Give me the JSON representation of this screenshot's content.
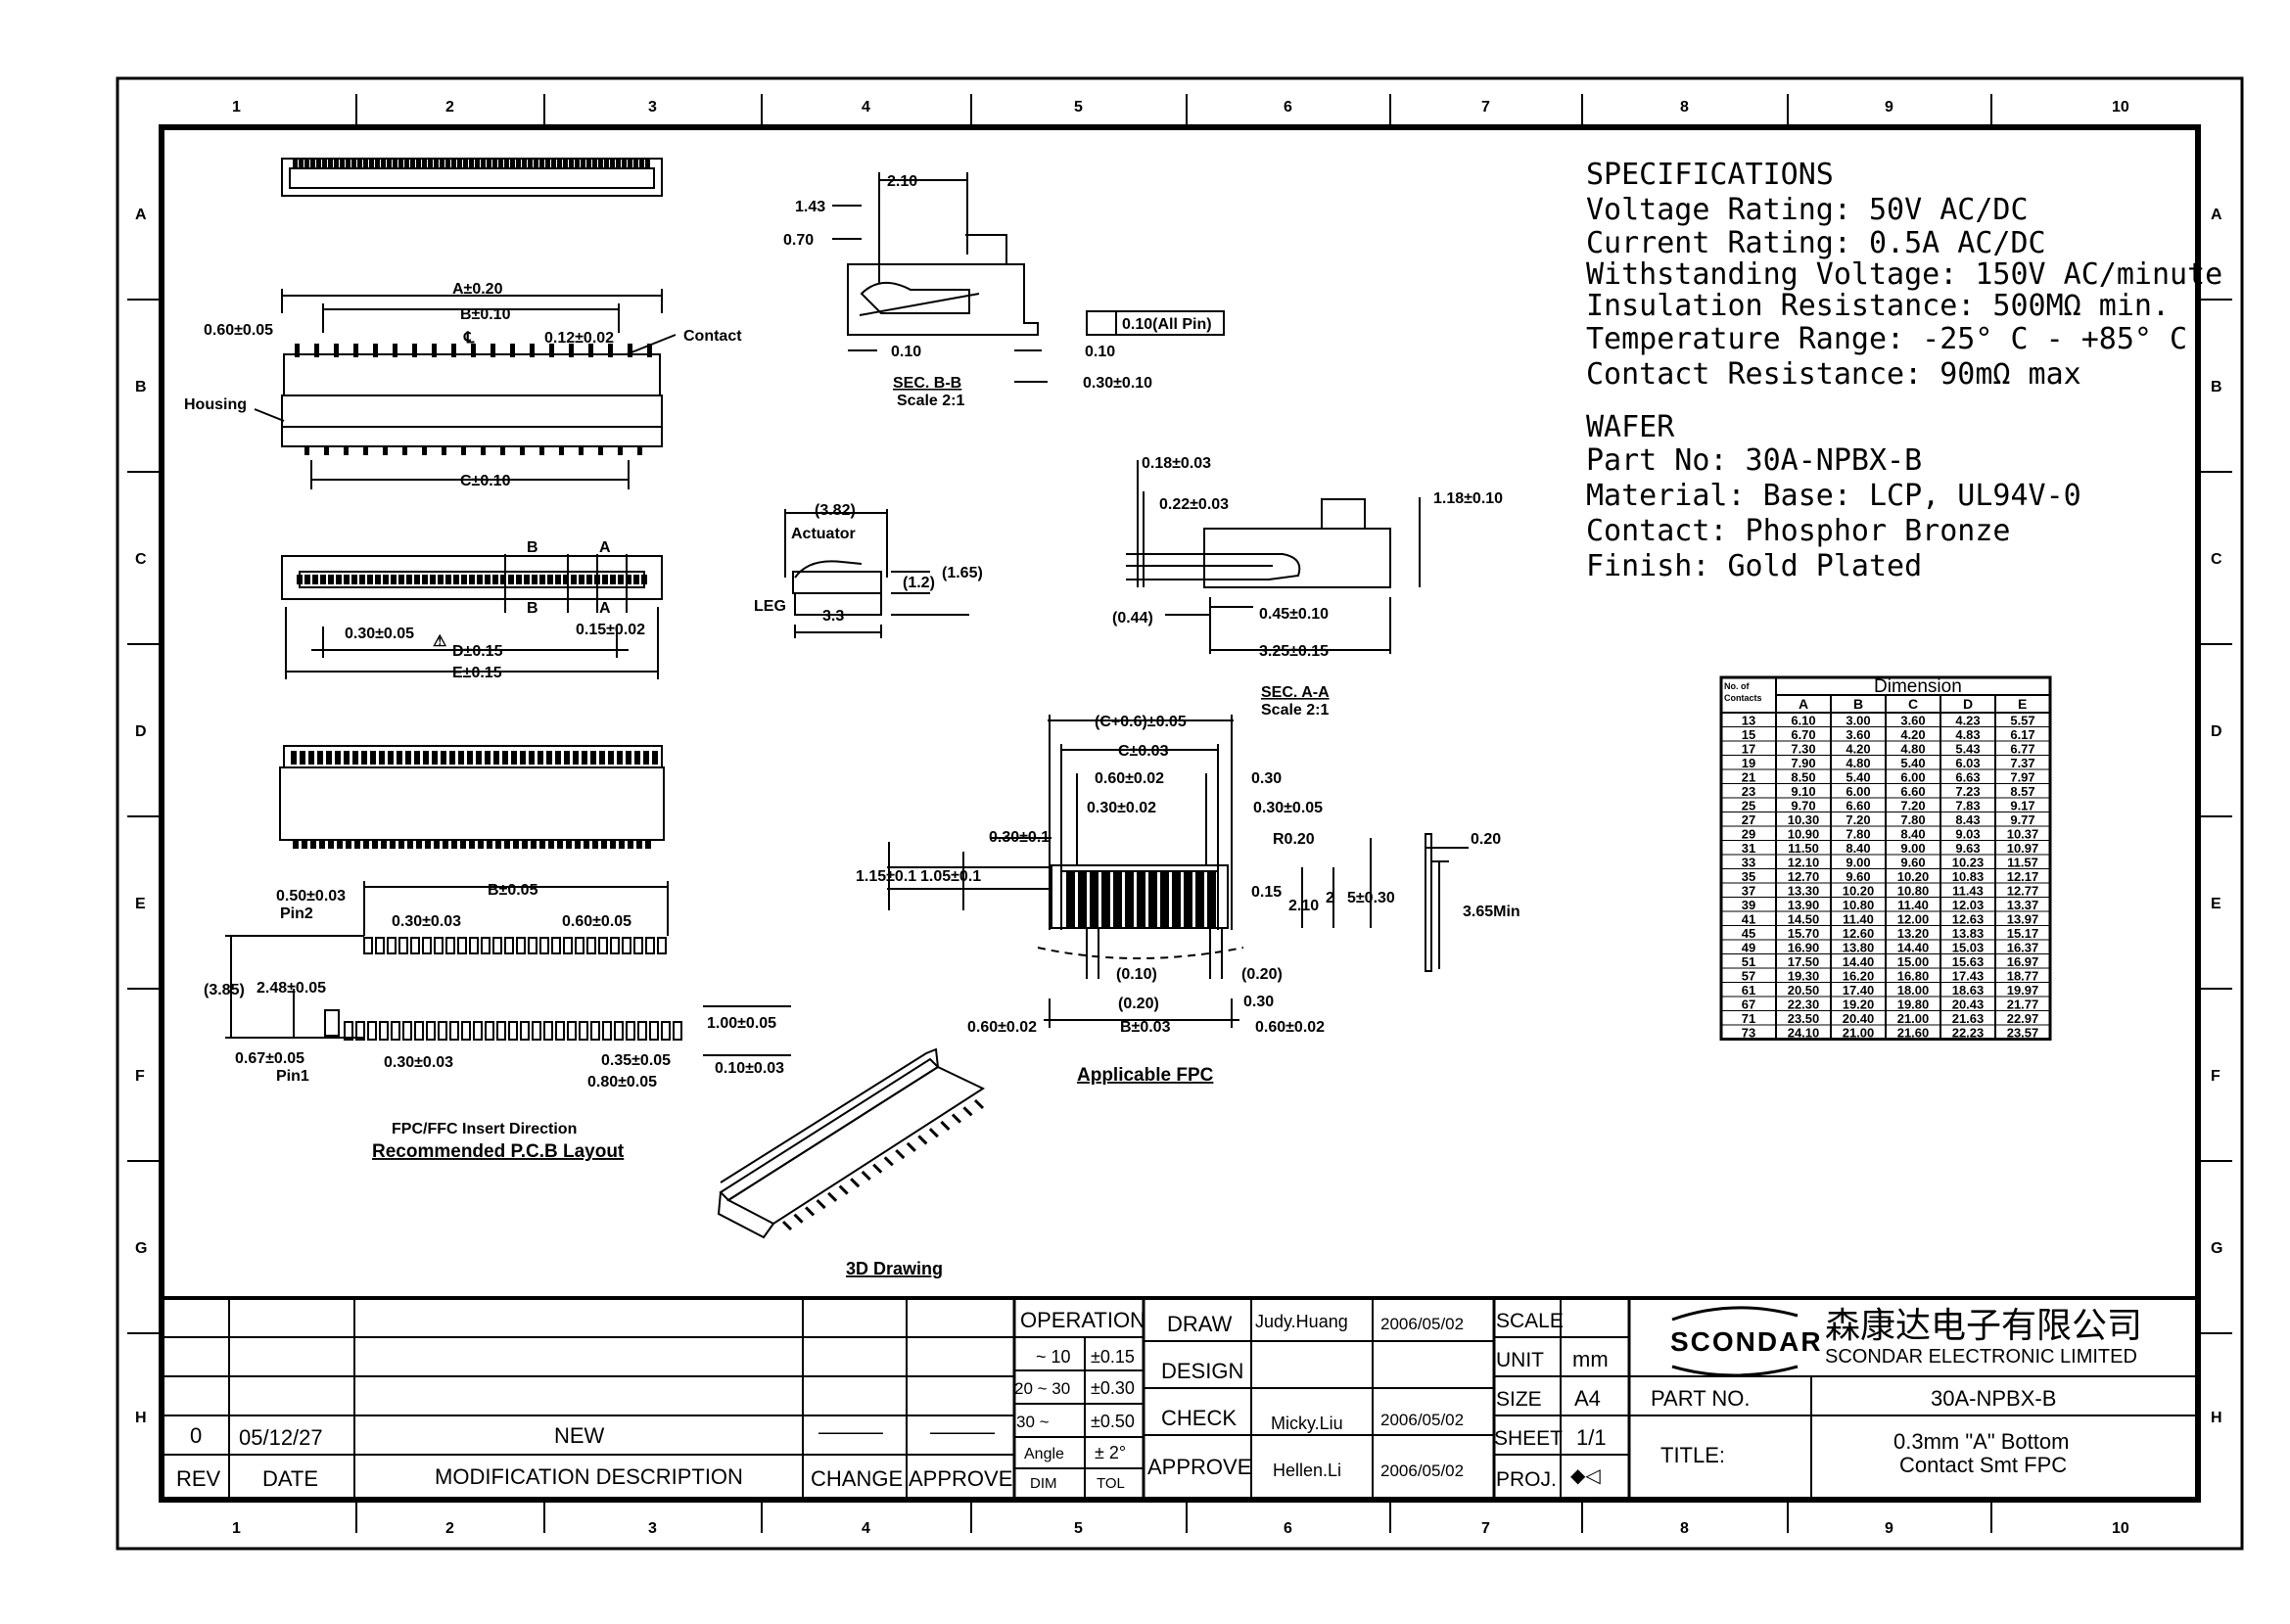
{
  "grid": {
    "columns": [
      "1",
      "2",
      "3",
      "4",
      "5",
      "6",
      "7",
      "8",
      "9",
      "10"
    ],
    "rows": [
      "A",
      "B",
      "C",
      "D",
      "E",
      "F",
      "G",
      "H"
    ]
  },
  "specs": {
    "title": "SPECIFICATIONS",
    "lines": [
      "Voltage Rating: 50V AC/DC",
      "Current Rating: 0.5A AC/DC",
      "Withstanding Voltage: 150V AC/minute",
      "Insulation Resistance: 500MΩ min.",
      "Temperature Range: -25° C - +85° C",
      "Contact Resistance: 90mΩ max"
    ],
    "wafer_title": "WAFER",
    "wafer_lines": [
      "Part No: 30A-NPBX-B",
      "Material:  Base: LCP,  UL94V-0",
      "Contact: Phosphor Bronze",
      "Finish: Gold Plated"
    ]
  },
  "dimension_table": {
    "title": "Dimension",
    "contacts_header": "No. of Contacts",
    "columns": [
      "A",
      "B",
      "C",
      "D",
      "E"
    ],
    "rows": [
      [
        "13",
        "6.10",
        "3.00",
        "3.60",
        "4.23",
        "5.57"
      ],
      [
        "15",
        "6.70",
        "3.60",
        "4.20",
        "4.83",
        "6.17"
      ],
      [
        "17",
        "7.30",
        "4.20",
        "4.80",
        "5.43",
        "6.77"
      ],
      [
        "19",
        "7.90",
        "4.80",
        "5.40",
        "6.03",
        "7.37"
      ],
      [
        "21",
        "8.50",
        "5.40",
        "6.00",
        "6.63",
        "7.97"
      ],
      [
        "23",
        "9.10",
        "6.00",
        "6.60",
        "7.23",
        "8.57"
      ],
      [
        "25",
        "9.70",
        "6.60",
        "7.20",
        "7.83",
        "9.17"
      ],
      [
        "27",
        "10.30",
        "7.20",
        "7.80",
        "8.43",
        "9.77"
      ],
      [
        "29",
        "10.90",
        "7.80",
        "8.40",
        "9.03",
        "10.37"
      ],
      [
        "31",
        "11.50",
        "8.40",
        "9.00",
        "9.63",
        "10.97"
      ],
      [
        "33",
        "12.10",
        "9.00",
        "9.60",
        "10.23",
        "11.57"
      ],
      [
        "35",
        "12.70",
        "9.60",
        "10.20",
        "10.83",
        "12.17"
      ],
      [
        "37",
        "13.30",
        "10.20",
        "10.80",
        "11.43",
        "12.77"
      ],
      [
        "39",
        "13.90",
        "10.80",
        "11.40",
        "12.03",
        "13.37"
      ],
      [
        "41",
        "14.50",
        "11.40",
        "12.00",
        "12.63",
        "13.97"
      ],
      [
        "45",
        "15.70",
        "12.60",
        "13.20",
        "13.83",
        "15.17"
      ],
      [
        "49",
        "16.90",
        "13.80",
        "14.40",
        "15.03",
        "16.37"
      ],
      [
        "51",
        "17.50",
        "14.40",
        "15.00",
        "15.63",
        "16.97"
      ],
      [
        "57",
        "19.30",
        "16.20",
        "16.80",
        "17.43",
        "18.77"
      ],
      [
        "61",
        "20.50",
        "17.40",
        "18.00",
        "18.63",
        "19.97"
      ],
      [
        "67",
        "22.30",
        "19.20",
        "19.80",
        "20.43",
        "21.77"
      ],
      [
        "71",
        "23.50",
        "20.40",
        "21.00",
        "21.63",
        "22.97"
      ],
      [
        "73",
        "24.10",
        "21.00",
        "21.60",
        "22.23",
        "23.57"
      ]
    ]
  },
  "labels": {
    "top_left": {
      "a": "A±0.20",
      "b": "B±0.10",
      "c": "C±0.10",
      "pitch_left": "0.60±0.05",
      "pitch": "0.12±0.02",
      "contact": "Contact",
      "housing": "Housing",
      "cl": "℄"
    },
    "view_c": {
      "b1": "B",
      "a1": "A",
      "b2": "B",
      "a2": "A",
      "p1": "0.30±0.05",
      "p2": "0.15±0.02",
      "d": "D±0.15",
      "e": "E±0.15"
    },
    "sec_bb": {
      "w": "2.10",
      "h1": "1.43",
      "h2": "0.70",
      "b1": "0.10",
      "b2": "0.10",
      "b3": "0.30±0.10",
      "flat": "0.10(All Pin)",
      "title": "SEC. B-B",
      "scale": "Scale 2:1"
    },
    "actuator": {
      "w": "(3.82)",
      "name": "Actuator",
      "h1": "(1.2)",
      "h2": "(1.65)",
      "leg": "LEG",
      "len": "3.3"
    },
    "sec_aa": {
      "t1": "0.18±0.03",
      "t2": "0.22±0.03",
      "h": "1.18±0.10",
      "p": "0.45±0.10",
      "w": "3.25±0.15",
      "o": "(0.44)",
      "title": "SEC. A-A",
      "scale": "Scale 2:1"
    },
    "fpc": {
      "top": "(C+0.6)±0.05",
      "c": "C±0.03",
      "l1": "0.60±0.02",
      "l2": "0.30±0.02",
      "r1": "0.30",
      "r2": "0.30±0.05",
      "r3": "R0.20",
      "r4": "0.15",
      "l3": "0.30±0.1",
      "l4": "1.15±0.1",
      "l5": "1.05±0.1",
      "v1": "2.10",
      "v2": "2",
      "v3": "5±0.30",
      "b1": "(0.10)",
      "b2": "(0.20)",
      "b3": "(0.20)",
      "b4": "0.30",
      "b5": "0.60±0.02",
      "b6": "B±0.03",
      "b7": "0.60±0.02",
      "title": "Applicable  FPC",
      "side1": "0.20",
      "side2": "3.65Min"
    },
    "pcb": {
      "t1": "0.50±0.03",
      "pin2": "Pin2",
      "t2": "0.30±0.03",
      "b": "B±0.05",
      "t3": "0.60±0.05",
      "h1": "(3.85)",
      "h2": "2.48±0.05",
      "b1": "0.67±0.05",
      "pin1": "Pin1",
      "b2": "0.30±0.03",
      "r1": "1.00±0.05",
      "r2": "0.35±0.05",
      "r3": "0.10±0.03",
      "r4": "0.80±0.05",
      "insert": "FPC/FFC Insert Direction",
      "title": "Recommended P.C.B Layout"
    },
    "drawing_3d": "3D Drawing"
  },
  "title_block": {
    "operation": "OPERATION",
    "tol_rows": [
      [
        "~ 10",
        "±0.15"
      ],
      [
        "20 ~ 30",
        "±0.30"
      ],
      [
        "30 ~",
        "±0.50"
      ]
    ],
    "angle": "Angle",
    "angle_tol": "± 2°",
    "dim": "DIM",
    "tol": "TOL",
    "draw": "DRAW",
    "design": "DESIGN",
    "check": "CHECK",
    "approve": "APPROVE",
    "draw_name": "Judy.Huang",
    "draw_date": "2006/05/02",
    "check_name": "Micky.Liu",
    "check_date": "2006/05/02",
    "approve_name": "Hellen.Li",
    "approve_date": "2006/05/02",
    "scale": "SCALE",
    "unit": "UNIT",
    "unit_val": "mm",
    "size": "SIZE",
    "size_val": "A4",
    "sheet": "SHEET",
    "sheet_val": "1/1",
    "proj": "PROJ.",
    "proj_symbol": "◆◁",
    "rev_no": "0",
    "rev_date": "05/12/27",
    "rev_desc": "NEW",
    "rev_change": "———",
    "rev_approve": "———",
    "h_rev": "REV",
    "h_date": "DATE",
    "h_desc": "MODIFICATION  DESCRIPTION",
    "h_change": "CHANGE",
    "h_approve": "APPROVE",
    "company_logo": "SCONDAR",
    "company_cn": "森康达电子有限公司",
    "company_en": "SCONDAR  ELECTRONIC  LIMITED",
    "part_no_label": "PART  NO.",
    "part_no": "30A-NPBX-B",
    "title_label": "TITLE:",
    "title_l1": "0.3mm \"A\" Bottom",
    "title_l2": "Contact  Smt  FPC"
  }
}
